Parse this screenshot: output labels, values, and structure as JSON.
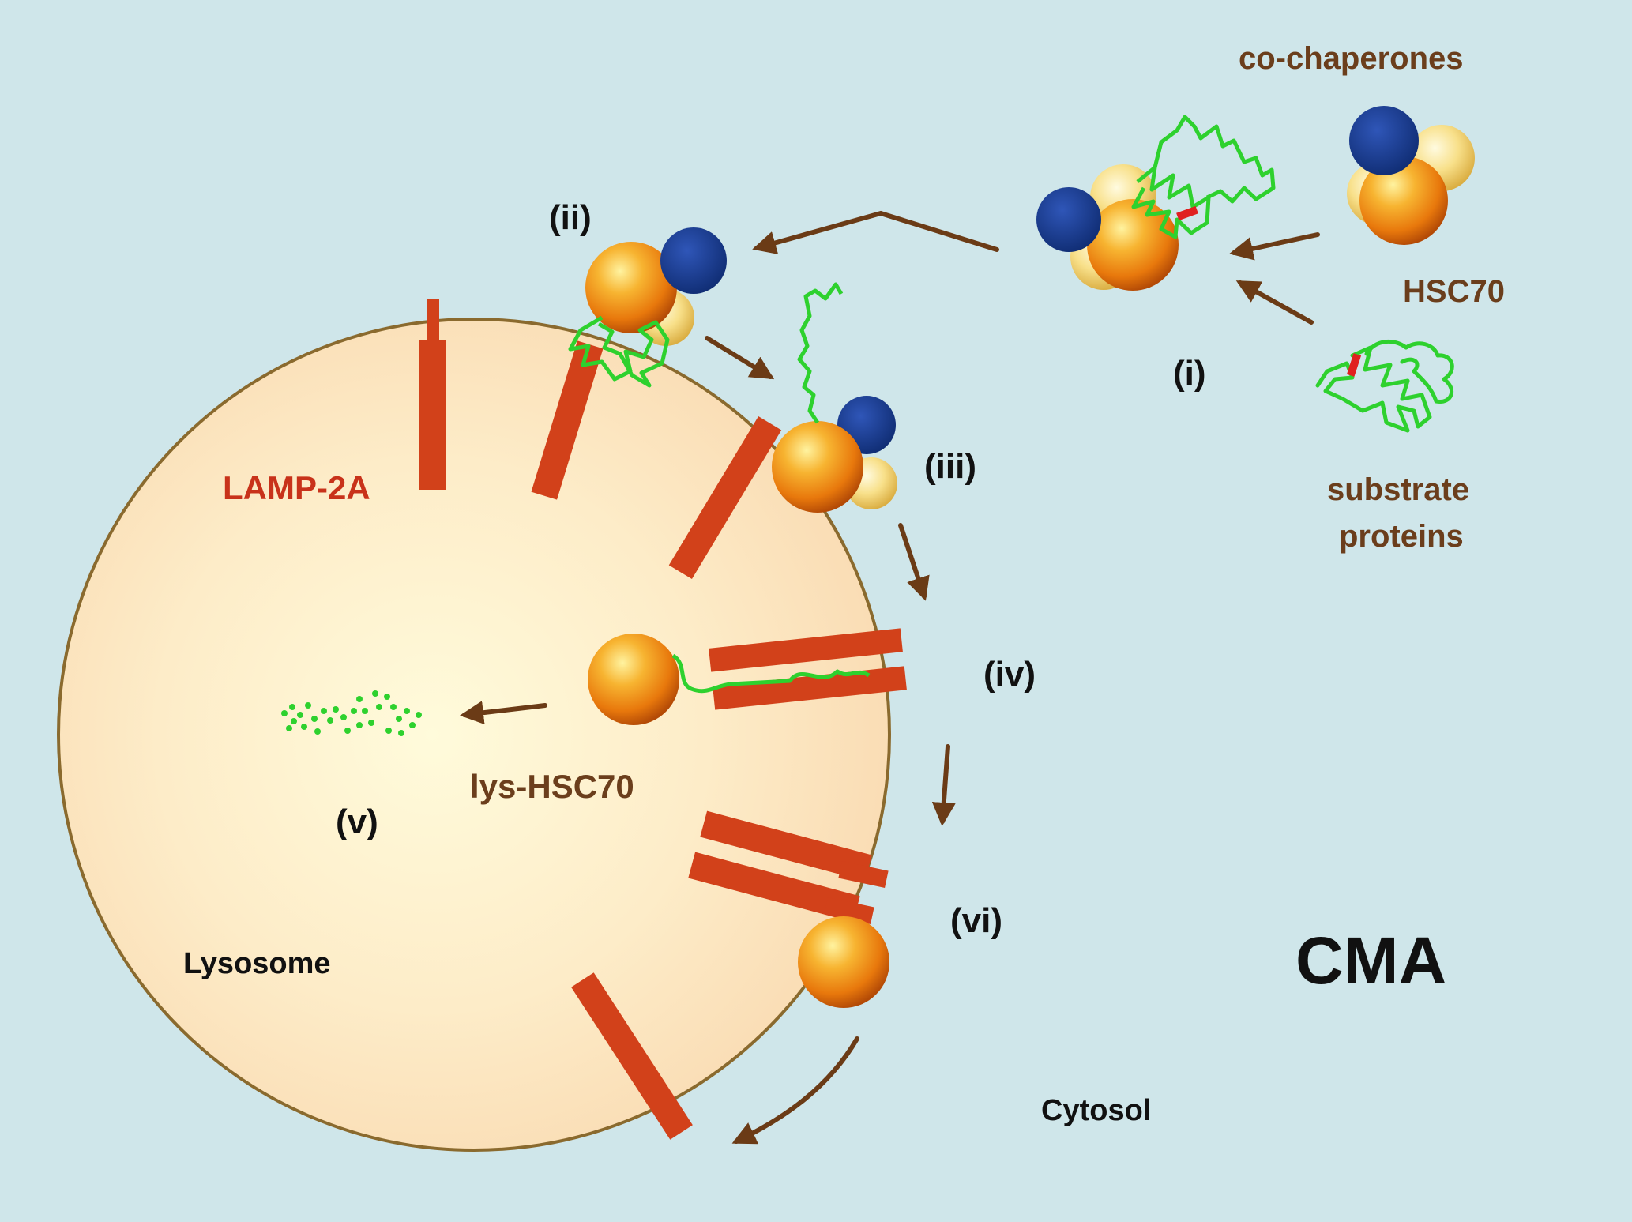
{
  "labels": {
    "co_chaperones": "co-chaperones",
    "hsc70": "HSC70",
    "substrate_line1": "substrate",
    "substrate_line2": "proteins",
    "lamp2a": "LAMP-2A",
    "lys_hsc70": "lys-HSC70",
    "lysosome": "Lysosome",
    "cytosol": "Cytosol",
    "cma": "CMA"
  },
  "steps": {
    "i": "(i)",
    "ii": "(ii)",
    "iii": "(iii)",
    "iv": "(iv)",
    "v": "(v)",
    "vi": "(vi)"
  },
  "colors": {
    "background": "#cfe6ea",
    "lysosome_fill": "#fbe3bf",
    "lysosome_border": "#8a6a2e",
    "lamp2a": "#d2411a",
    "hsc70_orange": "#e8780c",
    "cochaperone_blue": "#173a8a",
    "cochaperone_yellow": "#f5d869",
    "substrate_green": "#2ed12e",
    "kferq_red": "#e02020",
    "arrow": "#6b3b16",
    "label_brown": "#6b3e1c",
    "label_red": "#c8321a",
    "label_dark": "#111111"
  }
}
